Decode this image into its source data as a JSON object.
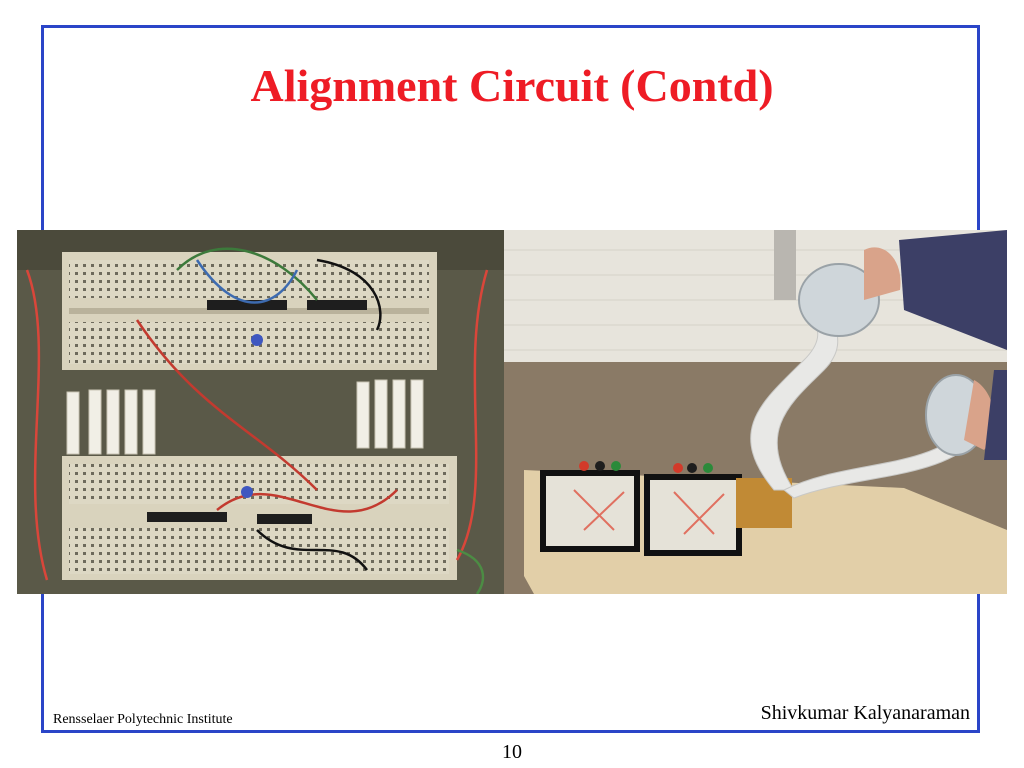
{
  "slide": {
    "title": "Alignment Circuit (Contd)",
    "footer_left": "Rensselaer Polytechnic Institute",
    "footer_right": "Shivkumar Kalyanaraman",
    "page_number": "10"
  },
  "colors": {
    "title": "#ee1c25",
    "frame_border": "#2a45c8"
  }
}
